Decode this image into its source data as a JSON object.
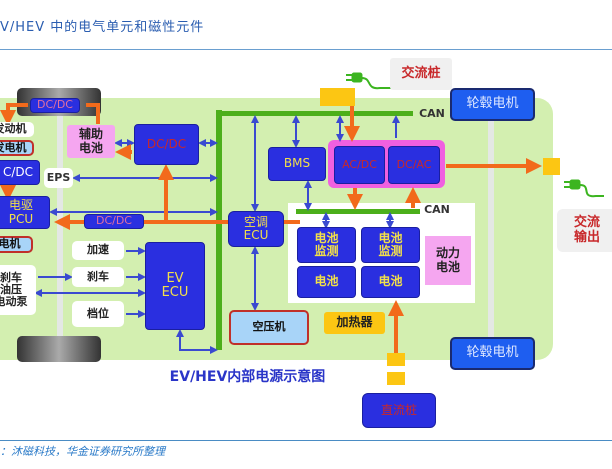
{
  "header": {
    "title": "V/HEV 中的电气单元和磁性元件"
  },
  "diagram": {
    "caption": "EV/HEV内部电源示意图",
    "nodes": {
      "dcdc_top": "DC/DC",
      "engine": "发动机",
      "generator": "发电机",
      "dcdc_left": "C/DC",
      "pcu": "电驱\nPCU",
      "motor": "电机",
      "brake_pump": "刹车\n油压\n电动泵",
      "aux_battery": "辅助\n电池",
      "dcdc_main": "DC/DC",
      "eps": "EPS",
      "dcdc_mid": "DC/DC",
      "accel": "加速",
      "brake": "刹车",
      "gear": "档位",
      "ev_ecu": "EV\nECU",
      "ac_ecu": "空调\nECU",
      "compressor": "空压机",
      "bms": "BMS",
      "acdc": "AC/DC",
      "dcac": "DC/AC",
      "can_top": "CAN",
      "can_inner": "CAN",
      "battery_monitor_1": "电池\n监测",
      "battery_monitor_2": "电池\n监测",
      "battery_1": "电池",
      "battery_2": "电池",
      "power_battery": "动力\n电池",
      "heater": "加热器",
      "ac_pile": "交流桩",
      "ac_output": "交流\n输出",
      "hub_motor_top": "轮毂电机",
      "hub_motor_bottom": "轮毂电机",
      "dc_pile": "直流桩"
    }
  },
  "footer": {
    "source": "：沐磁科技，华金证券研究所整理"
  },
  "colors": {
    "accent_blue": "#2a2fe0",
    "can_green": "#4caf1a",
    "power_orange": "#f26a1b",
    "background_green": "#d3efb0",
    "title_blue": "#2a5db0"
  }
}
